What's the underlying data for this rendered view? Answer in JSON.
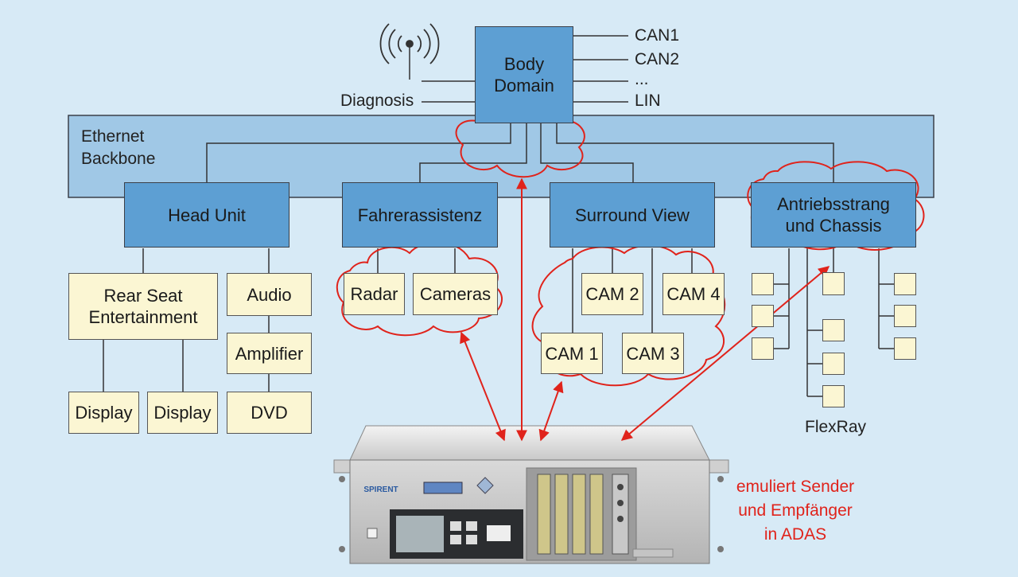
{
  "labels": {
    "backbone": [
      "Ethernet",
      "Backbone"
    ],
    "diagnosis": "Diagnosis",
    "can1": "CAN1",
    "can2": "CAN2",
    "ellipsis": "...",
    "lin": "LIN",
    "flexray": "FlexRay"
  },
  "boxes": {
    "body_domain": [
      "Body",
      "Domain"
    ],
    "head_unit": "Head Unit",
    "fahrerassistenz": "Fahrerassistenz",
    "surround_view": "Surround View",
    "antrieb": [
      "Antriebsstrang",
      "und Chassis"
    ],
    "rear_seat": [
      "Rear Seat",
      "Entertainment"
    ],
    "audio": "Audio",
    "amplifier": "Amplifier",
    "dvd": "DVD",
    "display_1": "Display",
    "display_2": "Display",
    "radar": "Radar",
    "cameras": "Cameras",
    "cam1": "CAM 1",
    "cam2": "CAM 2",
    "cam3": "CAM 3",
    "cam4": "CAM 4"
  },
  "emulator_caption": [
    "emuliert Sender",
    "und Empfänger",
    "in ADAS"
  ],
  "device_brand": "SPIRENT",
  "colors": {
    "background": "#d7eaf6",
    "ecu_blue": "#5d9fd3",
    "sensor_cream": "#fbf6d3",
    "highlight_red": "#e0231b"
  }
}
